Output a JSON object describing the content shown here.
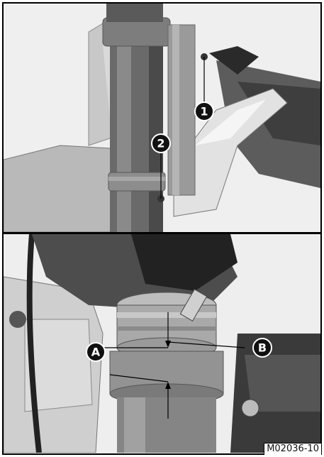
{
  "figure": {
    "id": "M02036-10",
    "callouts": [
      "1",
      "2",
      "A",
      "B"
    ],
    "icons": [
      "callout-circle",
      "leader-line",
      "measurement-arrow"
    ],
    "colors": {
      "outline": "#000000",
      "callout_fill": "#111111",
      "background": "#ffffff"
    }
  }
}
